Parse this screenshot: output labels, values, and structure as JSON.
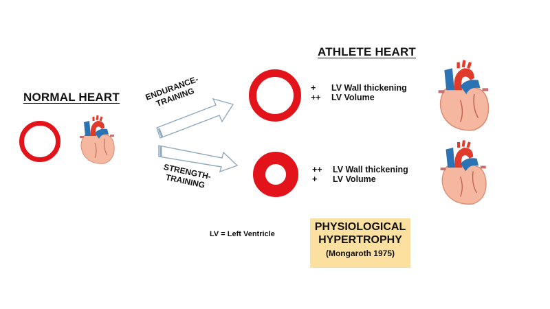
{
  "normal": {
    "title": "NORMAL HEART",
    "ring_icon": "thin-ring-icon",
    "heart_icon": "anatomical-heart-icon"
  },
  "athlete": {
    "title": "ATHLETE HEART",
    "endurance": {
      "label_line1": "ENDURANCE-",
      "label_line2": "TRAINING",
      "stats": [
        {
          "sign": "+",
          "label": "LV Wall thickening"
        },
        {
          "sign": "++",
          "label": "LV Volume"
        }
      ]
    },
    "strength": {
      "label_line1": "STRENGTH-",
      "label_line2": "TRAINING",
      "stats": [
        {
          "sign": "++",
          "label": "LV Wall thickening"
        },
        {
          "sign": "+",
          "label": "LV Volume"
        }
      ]
    }
  },
  "legend": "LV = Left Ventricle",
  "box": {
    "line1": "PHYSIOLOGICAL",
    "line2": "HYPERTROPHY",
    "citation": "(Mongaroth 1975)"
  },
  "colors": {
    "ring": "#e3131b",
    "box": "#fbe0a0",
    "arrow": "#8fa9bf"
  }
}
